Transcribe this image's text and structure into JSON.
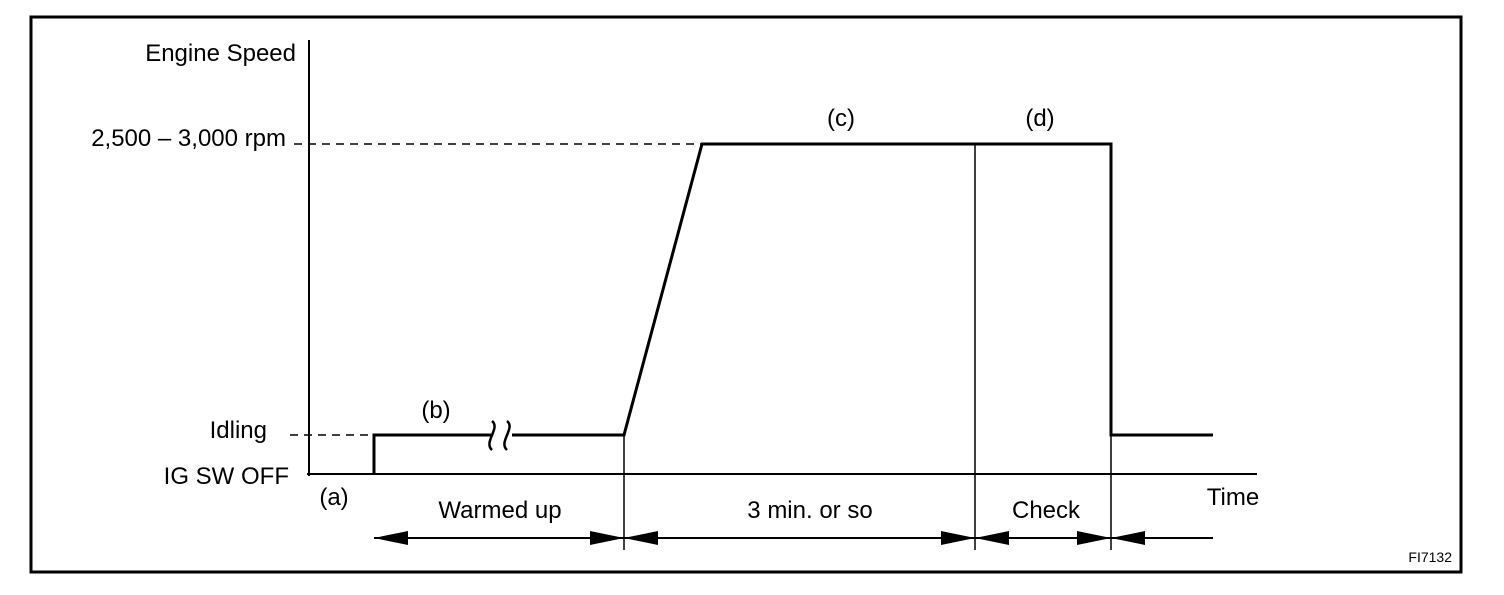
{
  "axis": {
    "y_title": "Engine Speed",
    "x_title": "Time",
    "level_high": "2,500 – 3,000 rpm",
    "level_idle": "Idling",
    "level_off": "IG SW OFF"
  },
  "phases": {
    "a": "(a)",
    "b": "(b)",
    "c": "(c)",
    "d": "(d)"
  },
  "intervals": {
    "warmed_up": "Warmed up",
    "three_min": "3 min. or so",
    "check": "Check"
  },
  "figure_code": "FI7132"
}
